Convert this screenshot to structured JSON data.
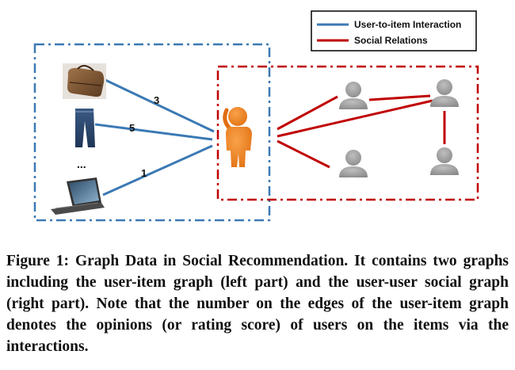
{
  "figure": {
    "legend": {
      "items": [
        {
          "label": "User-to-item Interaction",
          "color": "#3b79b4"
        },
        {
          "label": "Social Relations",
          "color": "#c00000"
        }
      ]
    },
    "items": [
      {
        "icon": "bag-icon",
        "rating": "3"
      },
      {
        "icon": "jeans-icon",
        "rating": "5"
      },
      {
        "icon": "laptop-icon",
        "rating": "1"
      }
    ],
    "items_ellipsis": "...",
    "colors": {
      "user_item_edge": "#3b79b4",
      "social_edge": "#c00000",
      "target_user": "#f07e1b",
      "other_users": "#a6a6a6"
    }
  },
  "caption": {
    "label": "Figure 1:",
    "text": "Graph Data in Social Recommendation. It contains two graphs including the user-item graph (left part) and the user-user social graph (right part). Note that the number on the edges of the user-item graph denotes the opinions (or rating score) of users on the items via the interactions."
  }
}
